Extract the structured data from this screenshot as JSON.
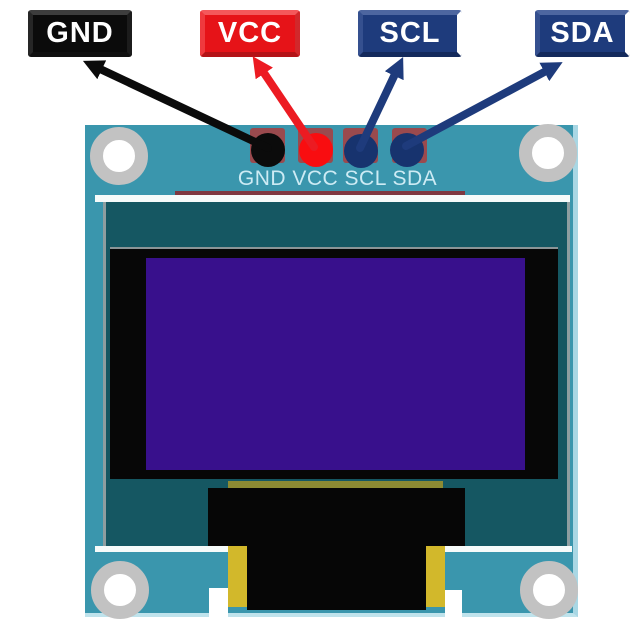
{
  "callouts": [
    {
      "text": "GND",
      "bg": "#0b0b0b",
      "text_color": "#ffffff"
    },
    {
      "text": "VCC",
      "bg": "#e61318",
      "text_color": "#ffffff"
    },
    {
      "text": "SCL",
      "bg": "#1e3b7c",
      "text_color": "#ffffff"
    },
    {
      "text": "SDA",
      "bg": "#1e3b7c",
      "text_color": "#ffffff"
    }
  ],
  "board": {
    "pcb_color": "#3a96ad",
    "edge_highlight_color": "#a9d7e4",
    "silkscreen": {
      "text": "GND VCC SCL SDA",
      "color": "#cdebf4"
    },
    "pins": [
      {
        "name": "GND",
        "dot_color": "#0b0b0b"
      },
      {
        "name": "VCC",
        "dot_color": "#f90d10"
      },
      {
        "name": "SCL",
        "dot_color": "#17336e"
      },
      {
        "name": "SDA",
        "dot_color": "#17336e"
      }
    ],
    "pad_color": "#9a4a4e",
    "display": {
      "frame_color": "#155762",
      "bezel_color": "#070707",
      "screen_color": "#38108c"
    },
    "connector": {
      "flex_color": "#8c8a33",
      "body_color": "#060606",
      "tab_color": "#d2b82b"
    },
    "mounting_hole": {
      "ring_color": "#c2c2c2",
      "center_color": "#ffffff"
    }
  },
  "arrows": [
    {
      "for": "GND",
      "color": "#0b0b0b"
    },
    {
      "for": "VCC",
      "color": "#ec1b22"
    },
    {
      "for": "SCL",
      "color": "#1e3b7c"
    },
    {
      "for": "SDA",
      "color": "#1e3b7c"
    }
  ]
}
